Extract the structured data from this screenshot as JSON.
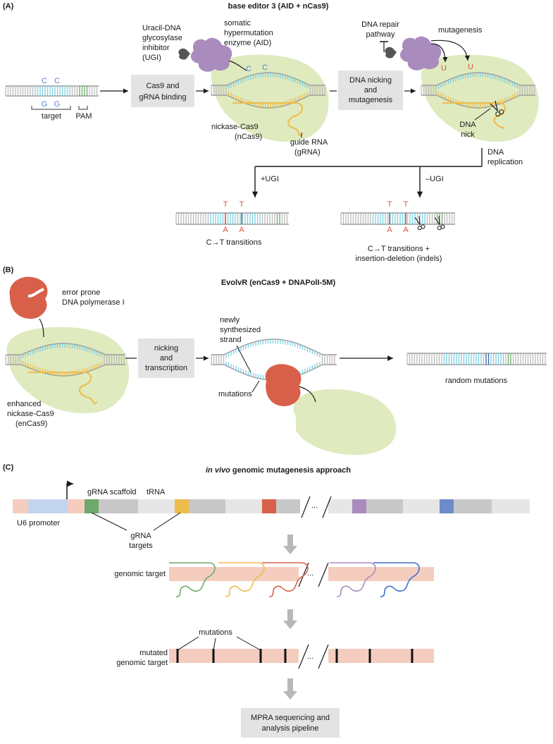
{
  "panelA": {
    "label": "(A)",
    "title": "base editor 3 (AID + nCas9)",
    "base_top": "C",
    "base_bottom": "G",
    "target": "target",
    "pam": "PAM",
    "ugi": [
      "Uracil-DNA",
      "glycosylase",
      "inhibitor",
      "(UGI)"
    ],
    "aid": [
      "somatic",
      "hypermutation",
      "enzyme (AID)"
    ],
    "step1": [
      "Cas9 and",
      "gRNA binding"
    ],
    "ncas9": [
      "nickase-Cas9",
      "(nCas9)"
    ],
    "grna": [
      "guide RNA",
      "(gRNA)"
    ],
    "repair": [
      "DNA repair",
      "pathway"
    ],
    "mutagenesis": "mutagenesis",
    "step2": [
      "DNA nicking",
      "and",
      "mutagenesis"
    ],
    "uracil": "U",
    "nick": [
      "DNA",
      "nick"
    ],
    "replication": [
      "DNA",
      "replication"
    ],
    "plus_ugi": "+UGI",
    "minus_ugi": "–UGI",
    "thymine": "T",
    "adenine": "A",
    "out1": "C→T transitions",
    "out2": [
      "C→T transitions +",
      "insertion-deletion (indels)"
    ]
  },
  "panelB": {
    "label": "(B)",
    "title": "EvolvR (enCas9 + DNAPolI-5M)",
    "pol": [
      "error prone",
      "DNA polymerase I"
    ],
    "encas9": [
      "enhanced",
      "nickase-Cas9",
      "(enCas9)"
    ],
    "step": [
      "nicking",
      "and",
      "transcription"
    ],
    "new_strand": [
      "newly",
      "synthesized",
      "strand"
    ],
    "mutations": "mutations",
    "random": "random mutations"
  },
  "panelC": {
    "label": "(C)",
    "title_italic": "in vivo",
    "title_rest": " genomic mutagenesis approach",
    "scaffold": "gRNA scaffold",
    "trna": "tRNA",
    "u6": "U6 promoter",
    "targets": [
      "gRNA",
      "targets"
    ],
    "ellipsis": "...",
    "genomic": "genomic target",
    "mutations": "mutations",
    "mutated": [
      "mutated",
      "genomic target"
    ],
    "mpra": [
      "MPRA sequencing and",
      "analysis pipeline"
    ]
  },
  "colors": {
    "cas_green": "#dfeabf",
    "aid_purple": "#a98bbd",
    "pol_red": "#d8604b",
    "dna_blue": "#7fcfe0",
    "rna_orange": "#eebc4a",
    "guide_green": "#6ea86a",
    "gray_box": "#e3e3e3",
    "salmon": "#f4cdbf"
  }
}
